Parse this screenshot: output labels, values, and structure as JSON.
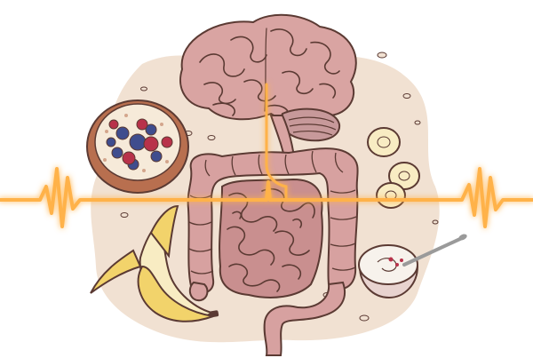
{
  "illustration": {
    "subjects": [
      "brain",
      "intestines",
      "oats-and-berries-bowl",
      "banana-slices",
      "yogurt-cup",
      "peeled-banana",
      "pulse-line"
    ]
  },
  "palette": {
    "background": "#ffffff",
    "blob": "#f1e1d2",
    "outline": "#5b3a33",
    "brain": "#d9a4a2",
    "brain_shade": "#c9908f",
    "cerebellum": "#c7999a",
    "intestine": "#d7a1a0",
    "intestine_shade": "#c98f8f",
    "bowl": "#b86f4f",
    "bowl_inner": "#f6ead9",
    "blueberry": "#3f4d8e",
    "raspberry": "#b8324a",
    "banana": "#f2d36b",
    "banana_peel": "#e9c24b",
    "banana_flesh": "#f8ecc3",
    "yogurt": "#f7f2ec",
    "cup": "#e8d3cf",
    "spoon": "#9a9a9a",
    "pulse": "#ffb24a",
    "pulse_core": "#fff6e4"
  }
}
